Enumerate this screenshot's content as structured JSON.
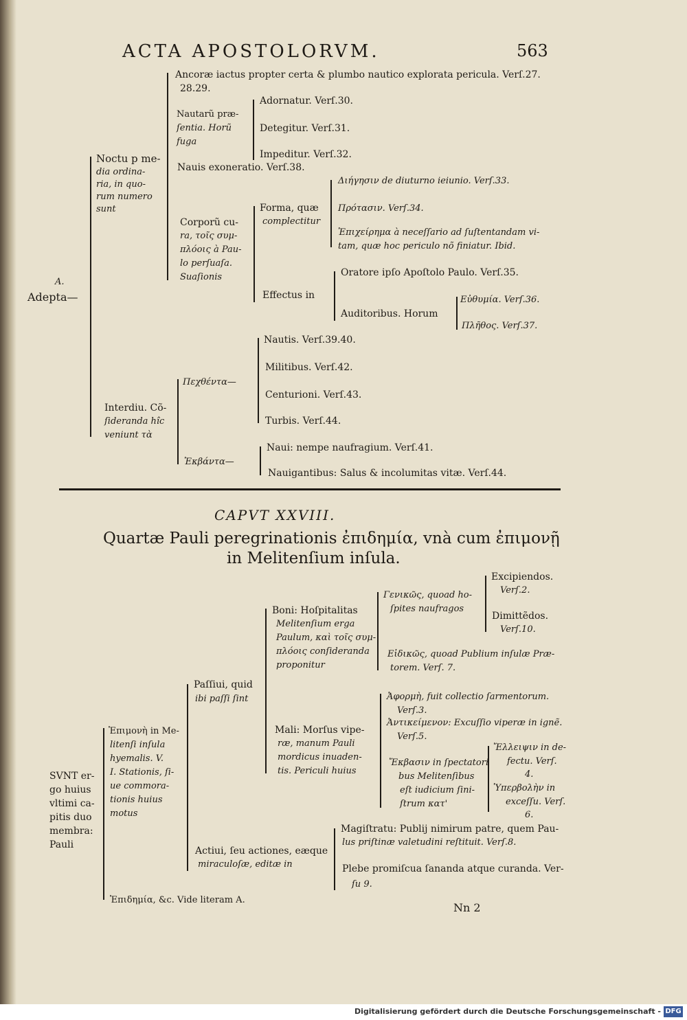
{
  "header": {
    "running_head": "ACTA APOSTOLORVM.",
    "page_number": "563"
  },
  "outline_1": {
    "root": {
      "mark": "A.",
      "label": "Adepta—"
    },
    "noctu": {
      "label": [
        "Noctu p me-",
        "dia ordina-",
        "ria, in quo-",
        "rum numero",
        "sunt"
      ],
      "ancorae": [
        "Ancoræ iactus propter certa & plumbo nautico explorata pericula. Verſ.27.",
        "28.29."
      ],
      "nautarum": {
        "label": [
          "Nautarũ præ-",
          "ſentia. Horũ",
          "fuga"
        ],
        "items": [
          "Adornatur. Verſ.30.",
          "Detegitur. Verſ.31.",
          "Impeditur. Verſ.32."
        ]
      },
      "navis": "Nauis exoneratio. Verſ.38.",
      "corporum": {
        "label": [
          "Corporũ cu-",
          "ra, τοῖς συμ-",
          "πλόοις à Pau-",
          "lo perſuaſa.",
          "Suaſionis"
        ],
        "forma": {
          "label": [
            "Forma, quæ",
            "complectitur"
          ],
          "items": [
            "Διήγησιν de diuturno ieiunio. Verſ.33.",
            "Πρότασιν. Verſ.34.",
            "Ἐπιχείρημα à neceſſario ad ſuſtentandam vi-",
            "tam, quæ hoc periculo nõ finiatur. Ibid."
          ]
        },
        "effectus": {
          "label": "Effectus in",
          "orator": "Oratore ipſo Apoſtolo Paulo. Verſ.35.",
          "auditores": "Auditoribus. Horum",
          "items": [
            "Εὐθυμία. Verſ.36.",
            "Πλῆθος. Verſ.37."
          ]
        }
      }
    },
    "interdiu": {
      "label": [
        "Interdiu. Cõ-",
        "ſideranda hîc",
        "veniunt τὰ"
      ],
      "pecheenta": {
        "label": "Πεχθέντα—",
        "items": [
          "Nautis. Verſ.39.40.",
          "Militibus. Verſ.42.",
          "Centurioni. Verſ.43.",
          "Turbis. Verſ.44."
        ]
      },
      "ekbainta": {
        "label": "Ἐκβάντα—",
        "items": [
          "Naui: nempe naufragium. Verſ.41.",
          "Nauigantibus: Salus & incolumitas vitæ. Verſ.44."
        ]
      }
    }
  },
  "chapter": {
    "title": "CAPVT XXVIII.",
    "heading_1": "Quartæ Pauli peregrinationis ἐπιδημία, vnà cum ἐπιμονῇ",
    "heading_2": "in Melitenſium inſula."
  },
  "outline_2": {
    "root": [
      "SVNT er-",
      "go huius",
      "vltimi ca-",
      "pitis duo",
      "membra:",
      "Pauli"
    ],
    "epimone": {
      "label": [
        "Ἐπιμονὴ in Me-",
        "litenſi inſula",
        "hyemalis. V.",
        "I. Stationis, ſi-",
        "ue commora-",
        "tionis huius",
        "motus"
      ],
      "passivi": {
        "label": [
          "Paſſiui, quid",
          "ibi paſſi ſint"
        ],
        "boni": {
          "label": [
            "Boni: Hoſpitalitas",
            "Melitenſium erga",
            "Paulum, καὶ τοῖς συμ-",
            "πλόοις conſideranda",
            "proponitur"
          ],
          "genikos": [
            "Γενικῶς, quoad ho-",
            "ſpites naufragos"
          ],
          "genikos_items": [
            "Excipiendos.",
            "Verſ.2.",
            "Dimittẽdos.",
            "Verſ.10."
          ],
          "eidikos": [
            "Εἰδικῶς, quoad Publium inſulæ Præ-",
            "torem. Verſ. 7."
          ]
        },
        "mali": {
          "label": [
            "Mali: Morſus vipe-",
            "ræ, manum Pauli",
            "mordicus inuaden-",
            "tis. Periculi huius"
          ],
          "aphorme": [
            "Ἀφορμὴ, fuit collectio ſarmentorum.",
            "Verſ.3."
          ],
          "antikeimenon": [
            "Ἀντικείμενον: Excuſſio viperæ in ignẽ.",
            "Verſ.5."
          ],
          "ekbason": [
            "Ἔκβασιν in ſpectatori",
            "bus Melitenſibus",
            "eſt iudicium ſini-",
            "ſtrum κατ'"
          ],
          "elleipsin": [
            "Ἔλλειψιν in de-",
            "fectu. Verſ.",
            "4."
          ],
          "hyperbolen": [
            "Ὑπερβολὴν in",
            "exceſſu. Verſ.",
            "6."
          ]
        }
      },
      "activi": {
        "label": [
          "Actiui, ſeu actiones, eæque",
          "miraculoſæ, editæ in"
        ],
        "magistratu": [
          "Magiſtratu: Publij nimirum patre, quem Pau-",
          "lus priſtinæ valetudini reſtituit. Verſ.8."
        ],
        "plebe": [
          "Plebe promiſcua ſananda atque curanda. Ver-",
          "ſu 9."
        ]
      }
    },
    "epidemia": "Ἐπιδημία, &c. Vide literam A."
  },
  "signature": "Nn 2",
  "footer": {
    "text": "Digitalisierung gefördert durch die Deutsche Forschungsgemeinschaft -",
    "logo": "DFG"
  }
}
